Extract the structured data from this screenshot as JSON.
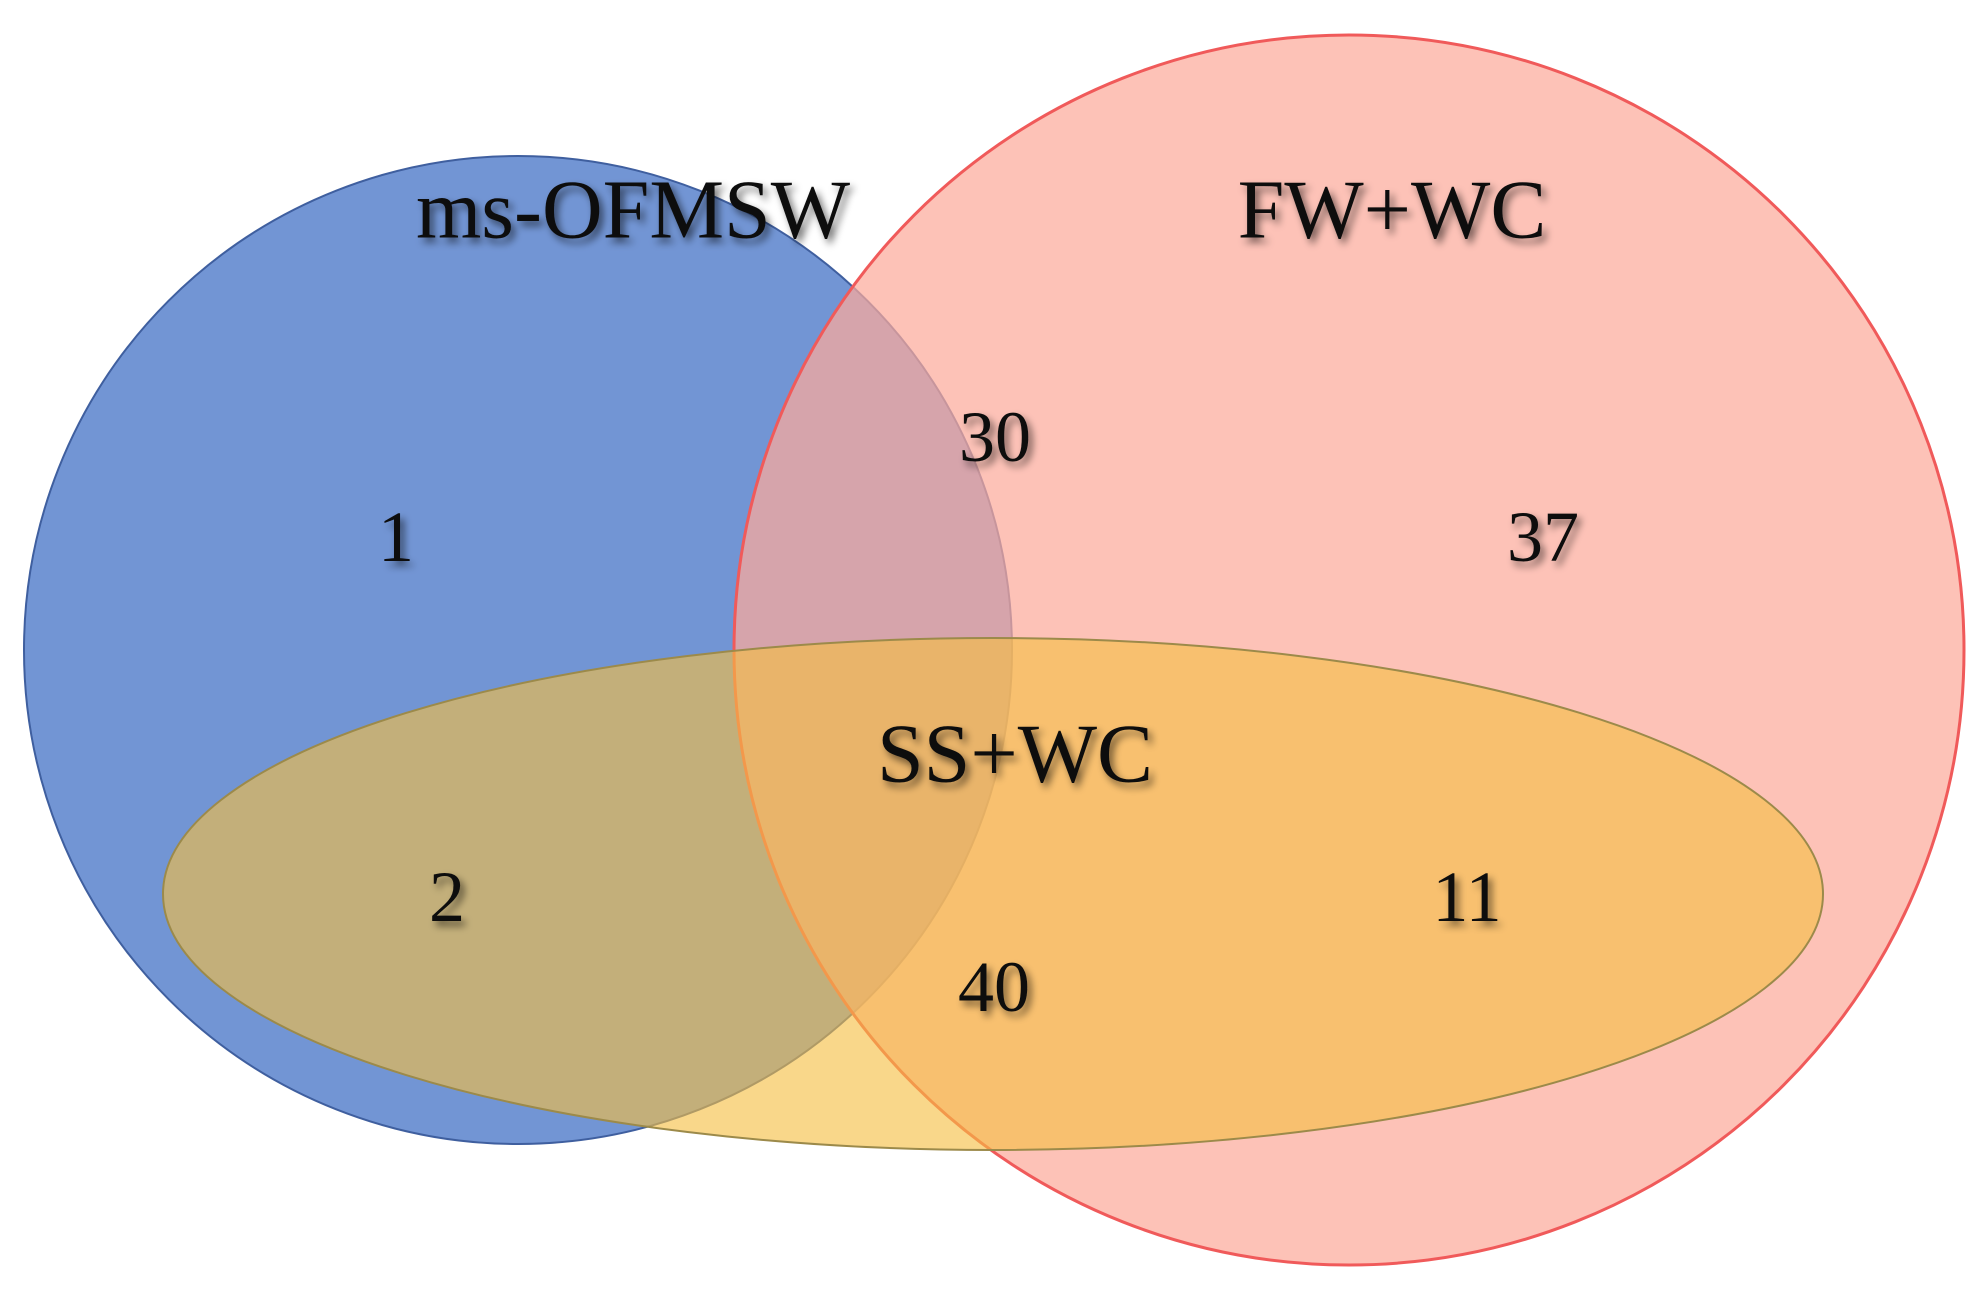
{
  "diagram": {
    "type": "venn",
    "sets": [
      {
        "id": "a",
        "name": "ms-OFMSW",
        "color": "#6f93d3",
        "stroke": "#3f5f9f"
      },
      {
        "id": "b",
        "name": "FW+WC",
        "color": "#fcaa9b",
        "stroke": "#f05a5a"
      },
      {
        "id": "c",
        "name": "SS+WC",
        "color": "#f6be42",
        "stroke": "#9c8a4a"
      }
    ],
    "regions": [
      {
        "id": "only-ms-ofmsw",
        "sets": [
          "ms-OFMSW"
        ],
        "count": "1"
      },
      {
        "id": "ms-ofmsw-and-fw-wc",
        "sets": [
          "ms-OFMSW",
          "FW+WC"
        ],
        "count": "30"
      },
      {
        "id": "only-fw-wc",
        "sets": [
          "FW+WC"
        ],
        "count": "37"
      },
      {
        "id": "ms-ofmsw-and-ss-wc",
        "sets": [
          "ms-OFMSW",
          "SS+WC"
        ],
        "count": "2"
      },
      {
        "id": "fw-wc-and-ss-wc",
        "sets": [
          "FW+WC",
          "SS+WC"
        ],
        "count": "11"
      },
      {
        "id": "all-three",
        "sets": [
          "ms-OFMSW",
          "FW+WC",
          "SS+WC"
        ],
        "count": "40"
      }
    ]
  }
}
